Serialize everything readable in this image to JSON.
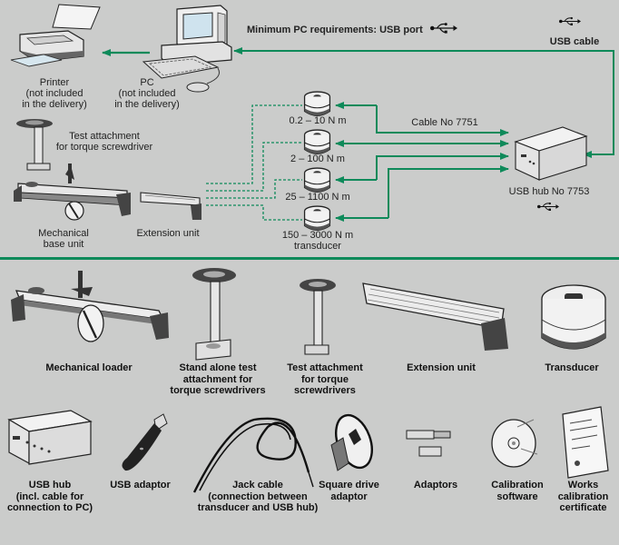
{
  "colors": {
    "background": "#cbcccb",
    "accent": "#0e8a5a",
    "line_art": "#222222"
  },
  "top": {
    "requirements": "Minimum PC requirements: USB port",
    "usb_cable": "USB cable",
    "printer": [
      "Printer",
      "(not included",
      "in the delivery)"
    ],
    "pc": [
      "PC",
      "(not included",
      "in the delivery)"
    ],
    "test_attachment": [
      "Test attachment",
      "for torque screwdriver"
    ],
    "mechanical_base": [
      "Mechanical",
      "base unit"
    ],
    "extension_unit": "Extension unit",
    "cable": "Cable No 7751",
    "usb_hub": "USB hub No 7753",
    "transducers": [
      {
        "label": "0.2 – 10 N m"
      },
      {
        "label": "2 – 100 N m"
      },
      {
        "label": "25 – 1100 N m"
      },
      {
        "label": "150 – 3000 N m",
        "sub": "transducer"
      }
    ]
  },
  "components_row1": [
    {
      "name": "mechanical-loader",
      "lines": [
        "Mechanical loader"
      ]
    },
    {
      "name": "stand-alone-test-attachment",
      "lines": [
        "Stand alone test",
        "attachment for",
        "torque screwdrivers"
      ]
    },
    {
      "name": "test-attachment",
      "lines": [
        "Test attachment",
        "for torque",
        "screwdrivers"
      ]
    },
    {
      "name": "extension-unit",
      "lines": [
        "Extension unit"
      ]
    },
    {
      "name": "transducer",
      "lines": [
        "Transducer"
      ]
    }
  ],
  "components_row2": [
    {
      "name": "usb-hub",
      "lines": [
        "USB hub",
        "(incl. cable for",
        "connection to PC)"
      ]
    },
    {
      "name": "usb-adaptor",
      "lines": [
        "USB adaptor"
      ]
    },
    {
      "name": "jack-cable",
      "lines": [
        "Jack cable",
        "(connection between",
        "transducer and USB hub)"
      ]
    },
    {
      "name": "square-drive-adaptor",
      "lines": [
        "Square drive",
        "adaptor"
      ]
    },
    {
      "name": "adaptors",
      "lines": [
        "Adaptors"
      ]
    },
    {
      "name": "calibration-software",
      "lines": [
        "Calibration",
        "software"
      ]
    },
    {
      "name": "works-calibration-certificate",
      "lines": [
        "Works",
        "calibration",
        "certificate"
      ]
    }
  ]
}
